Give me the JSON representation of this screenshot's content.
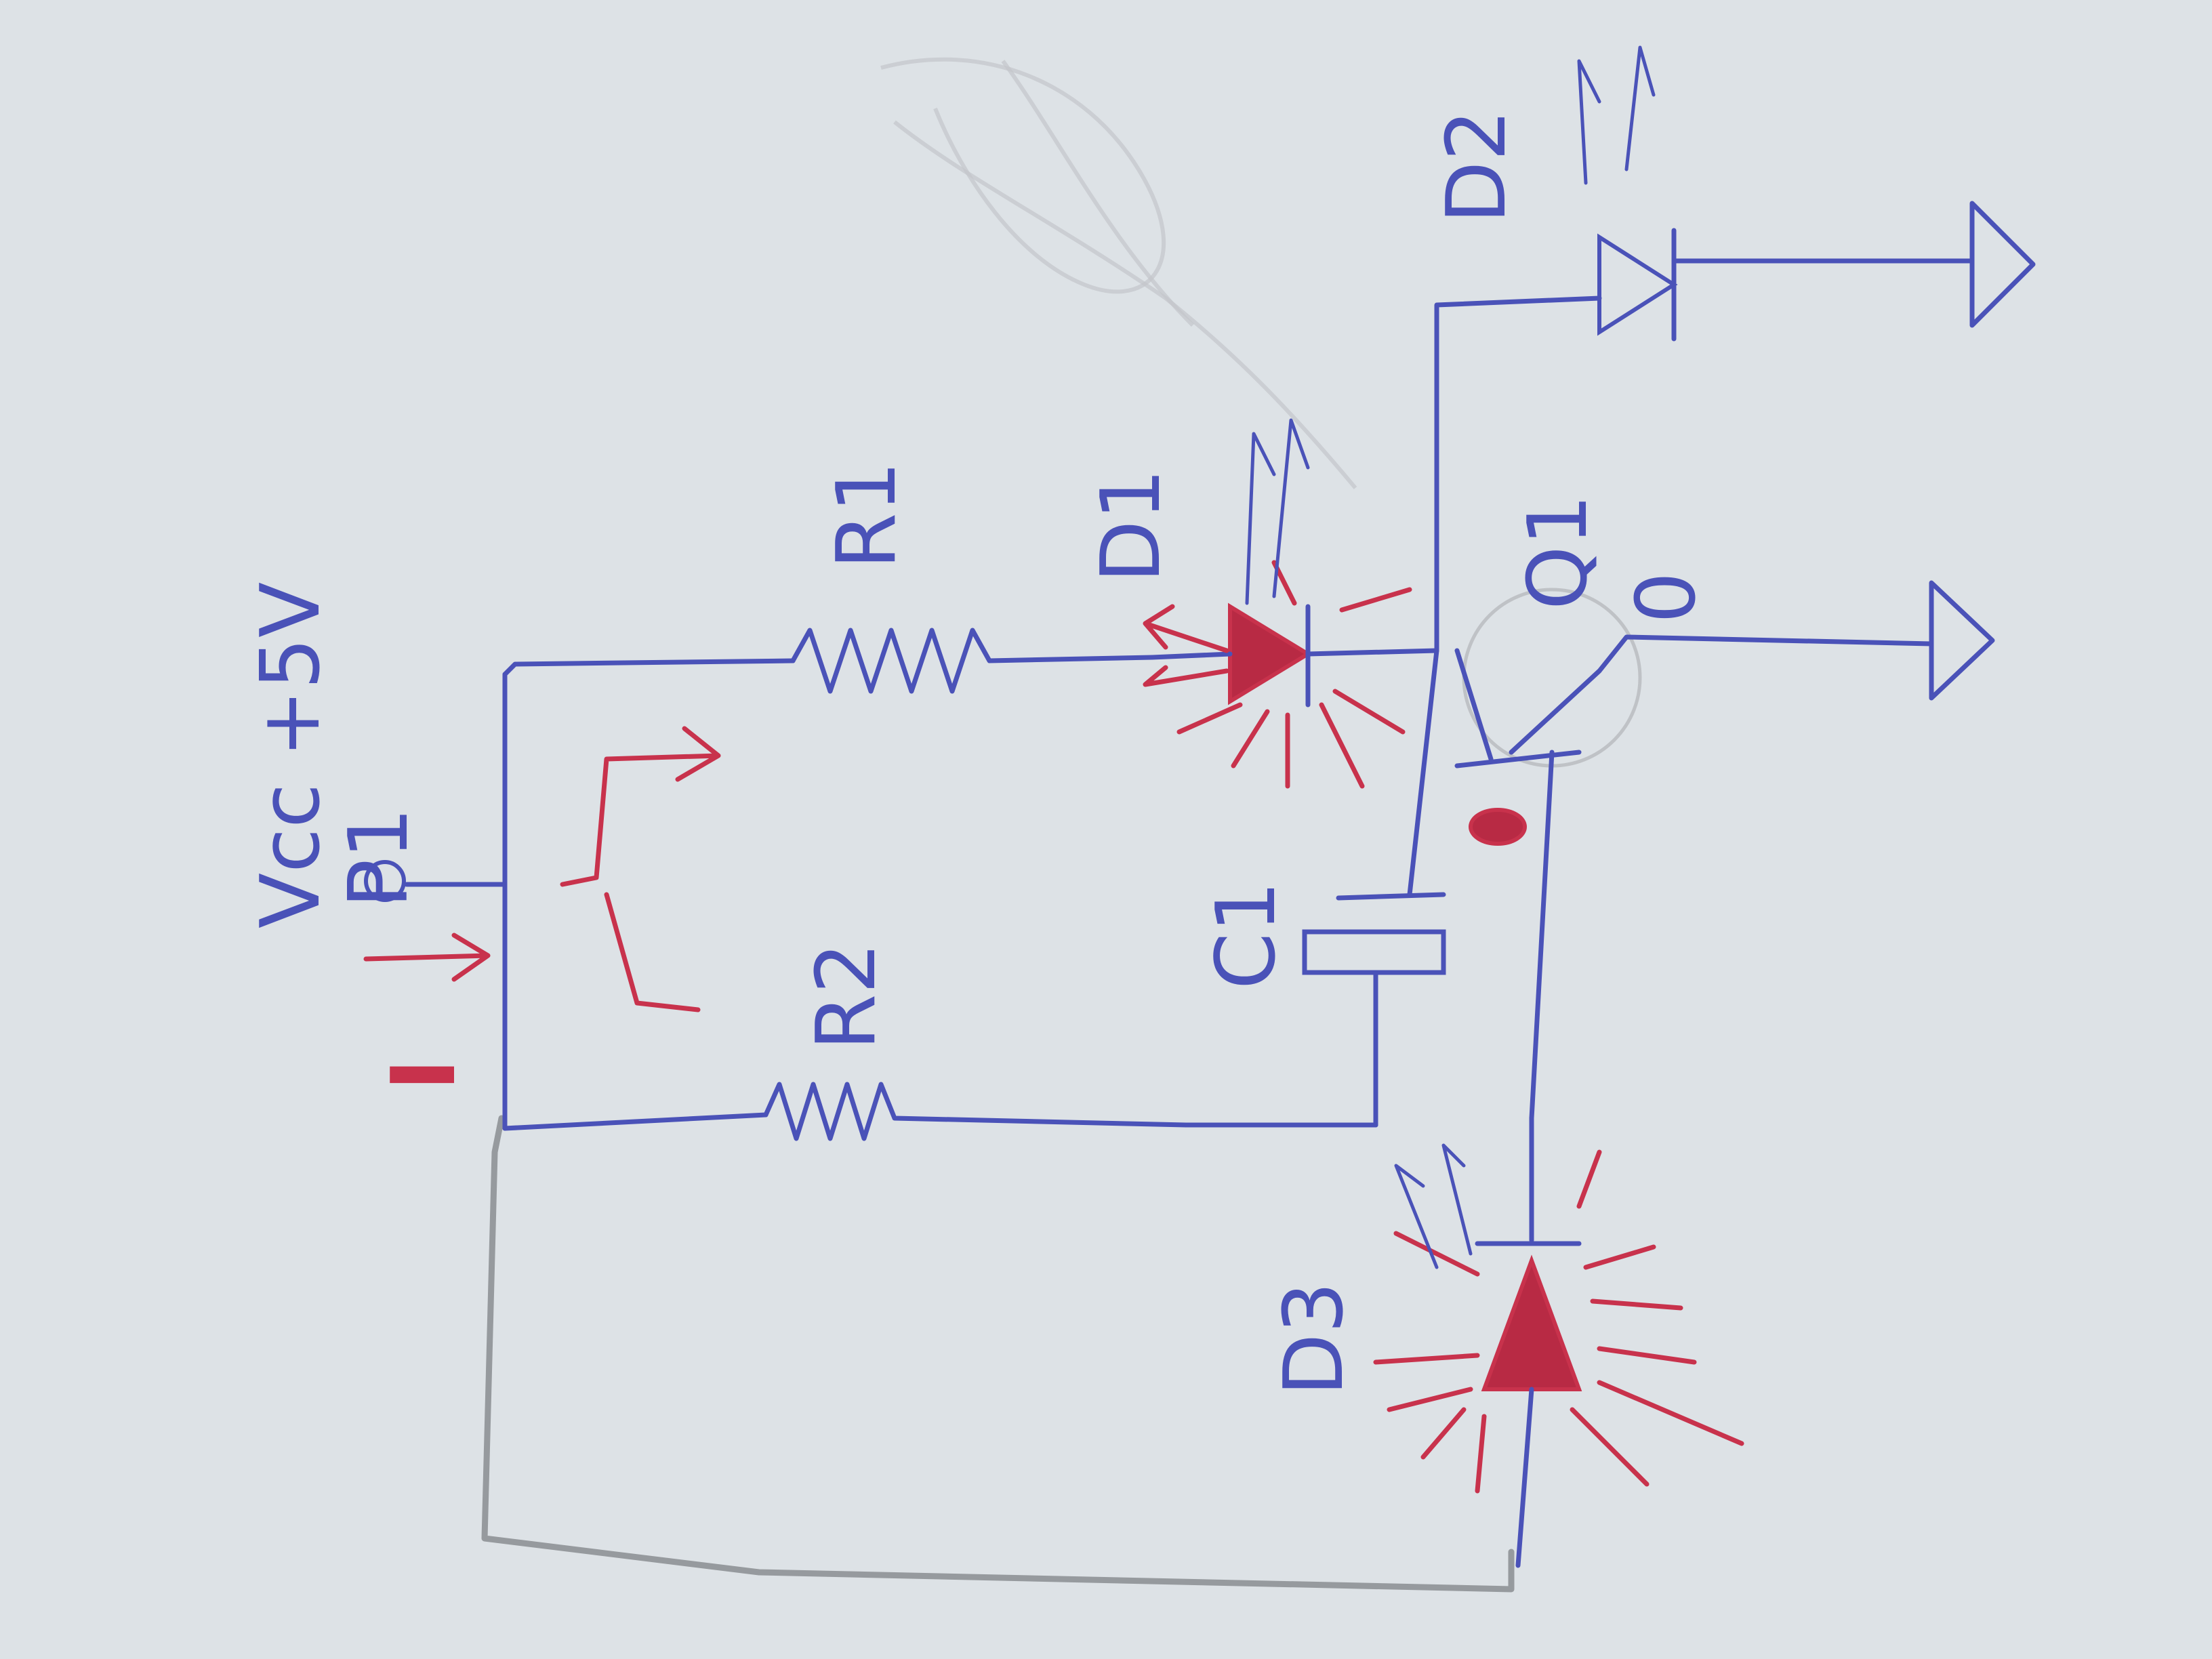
{
  "labels": {
    "vcc": "Vcc +5V",
    "p1": "P1",
    "i_label": "I",
    "r1": "R1",
    "r2": "R2",
    "d1": "D1",
    "d2": "D2",
    "d3": "D3",
    "c1": "C1",
    "q1": "Q1",
    "q1_terminal": "0"
  },
  "colors": {
    "paper": "#dde2e6",
    "ink_blue": "#4a52b8",
    "ink_red": "#c8324c",
    "pencil": "#8a8d91"
  }
}
